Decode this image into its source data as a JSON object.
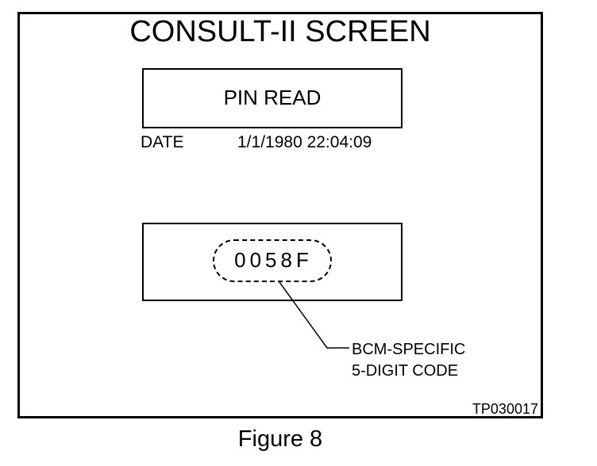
{
  "title": "CONSULT-II SCREEN",
  "screen": {
    "heading": "PIN READ",
    "date_label": "DATE",
    "date_value": "1/1/1980 22:04:09",
    "code": "0058F"
  },
  "callout": {
    "line1": "BCM-SPECIFIC",
    "line2": "5-DIGIT CODE"
  },
  "reference": "TP030017",
  "caption": "Figure 8"
}
